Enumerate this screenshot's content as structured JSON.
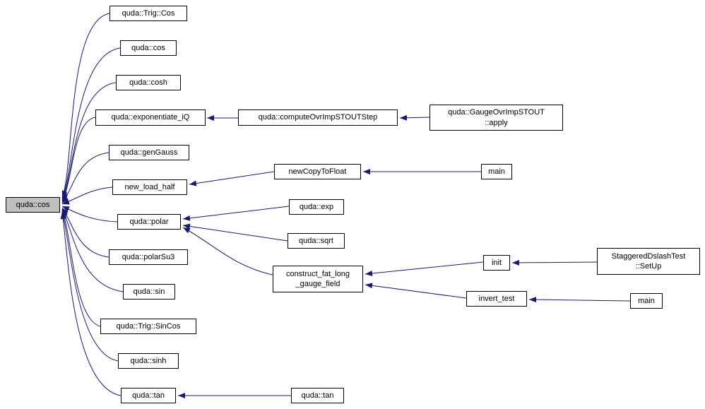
{
  "diagram": {
    "type": "call-graph",
    "edge_color": "#191970",
    "node_border_color": "#000000",
    "node_fill": "#ffffff",
    "highlight_fill": "#bfbfbf",
    "nodes": {
      "quda_cos": {
        "label": "quda::cos",
        "highlighted": true
      },
      "trig_cos": {
        "label": "quda::Trig::Cos"
      },
      "cos2": {
        "label": "quda::cos"
      },
      "cosh": {
        "label": "quda::cosh"
      },
      "exponentiate_iq": {
        "label": "quda::exponentiate_iQ"
      },
      "gengauss": {
        "label": "quda::genGauss"
      },
      "new_load_half": {
        "label": "new_load_half"
      },
      "polar": {
        "label": "quda::polar"
      },
      "polarsu3": {
        "label": "quda::polarSu3"
      },
      "sin": {
        "label": "quda::sin"
      },
      "trig_sincos": {
        "label": "quda::Trig::SinCos"
      },
      "sinh": {
        "label": "quda::sinh"
      },
      "tan": {
        "label": "quda::tan"
      },
      "compute_ovr_imp_stout_step": {
        "label": "quda::computeOvrImpSTOUTStep"
      },
      "new_copy_to_float": {
        "label": "newCopyToFloat"
      },
      "exp": {
        "label": "quda::exp"
      },
      "sqrt": {
        "label": "quda::sqrt"
      },
      "construct_fat_long_gauge_field": {
        "label": "construct_fat_long\n_gauge_field"
      },
      "tan_caller": {
        "label": "quda::tan"
      },
      "gauge_ovr_imp_stout_apply": {
        "label": "quda::GaugeOvrImpSTOUT\n::apply"
      },
      "main_newcopy": {
        "label": "main"
      },
      "init": {
        "label": "init"
      },
      "invert_test": {
        "label": "invert_test"
      },
      "staggered_dslash_test_setup": {
        "label": "StaggeredDslashTest\n::SetUp"
      },
      "main_invert": {
        "label": "main"
      }
    },
    "edges": [
      {
        "from": "trig_cos",
        "to": "quda_cos"
      },
      {
        "from": "cos2",
        "to": "quda_cos"
      },
      {
        "from": "cosh",
        "to": "quda_cos"
      },
      {
        "from": "exponentiate_iq",
        "to": "quda_cos"
      },
      {
        "from": "gengauss",
        "to": "quda_cos"
      },
      {
        "from": "new_load_half",
        "to": "quda_cos"
      },
      {
        "from": "polar",
        "to": "quda_cos"
      },
      {
        "from": "polarsu3",
        "to": "quda_cos"
      },
      {
        "from": "sin",
        "to": "quda_cos"
      },
      {
        "from": "trig_sincos",
        "to": "quda_cos"
      },
      {
        "from": "sinh",
        "to": "quda_cos"
      },
      {
        "from": "tan",
        "to": "quda_cos"
      },
      {
        "from": "compute_ovr_imp_stout_step",
        "to": "exponentiate_iq"
      },
      {
        "from": "gauge_ovr_imp_stout_apply",
        "to": "compute_ovr_imp_stout_step"
      },
      {
        "from": "new_copy_to_float",
        "to": "new_load_half"
      },
      {
        "from": "main_newcopy",
        "to": "new_copy_to_float"
      },
      {
        "from": "exp",
        "to": "polar"
      },
      {
        "from": "sqrt",
        "to": "polar"
      },
      {
        "from": "construct_fat_long_gauge_field",
        "to": "polar"
      },
      {
        "from": "init",
        "to": "construct_fat_long_gauge_field"
      },
      {
        "from": "invert_test",
        "to": "construct_fat_long_gauge_field"
      },
      {
        "from": "staggered_dslash_test_setup",
        "to": "init"
      },
      {
        "from": "main_invert",
        "to": "invert_test"
      },
      {
        "from": "tan_caller",
        "to": "tan"
      }
    ]
  }
}
